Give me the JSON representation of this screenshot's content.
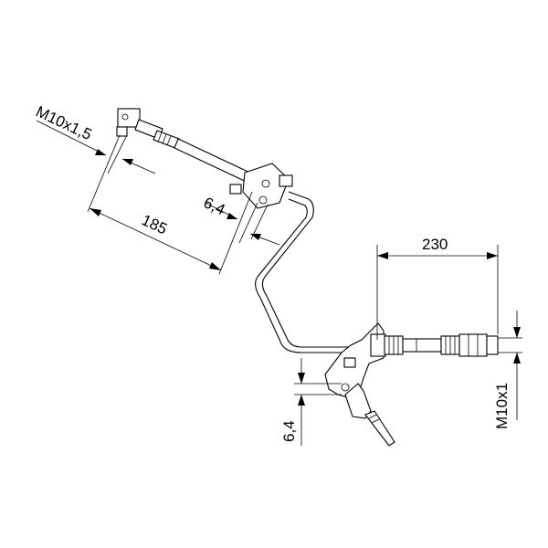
{
  "dimensions": {
    "thread_upper": "M10x1,5",
    "length_upper": "185",
    "hole_upper": "6,4",
    "length_lower": "230",
    "hole_lower": "6,4",
    "thread_lower": "M10x1"
  }
}
